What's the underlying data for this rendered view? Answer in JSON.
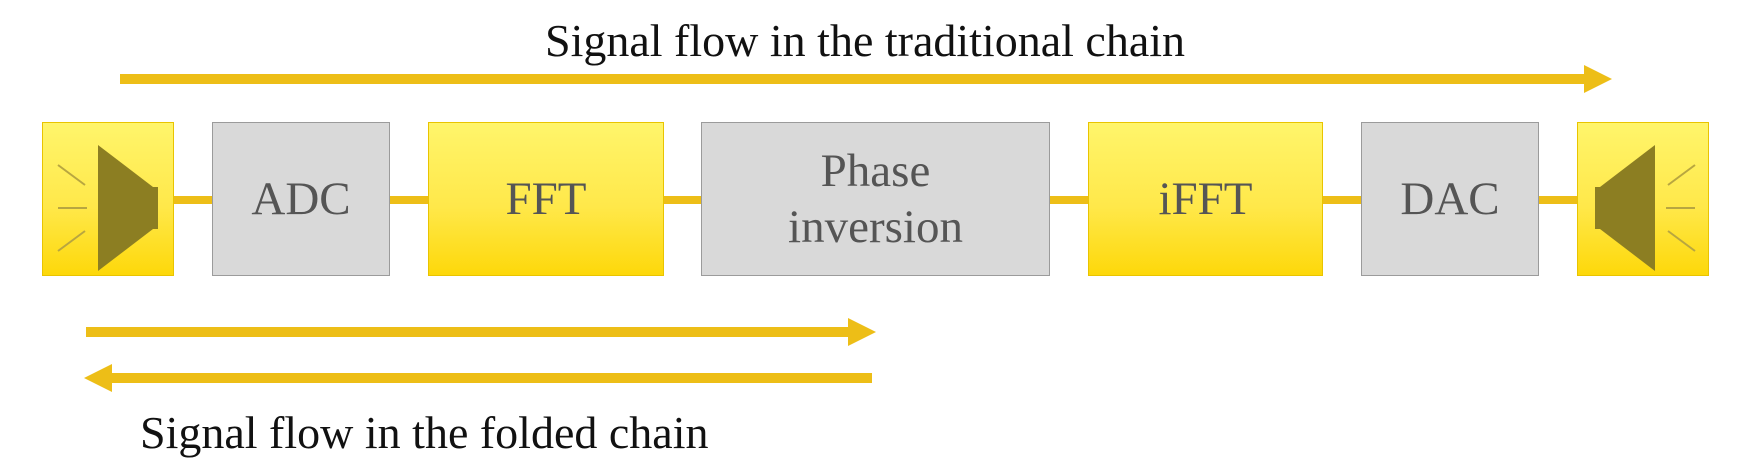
{
  "captions": {
    "top": "Signal flow in the traditional chain",
    "bottom": "Signal flow in the folded chain"
  },
  "blocks": [
    {
      "id": "input-speaker",
      "label": "",
      "icon": "speaker-icon",
      "color": "#FFE84A"
    },
    {
      "id": "adc",
      "label": "ADC",
      "color": "#D9D9D9"
    },
    {
      "id": "fft",
      "label": "FFT",
      "color": "#FFE84A"
    },
    {
      "id": "phase-inversion",
      "label": "Phase\ninversion",
      "color": "#D9D9D9"
    },
    {
      "id": "ifft",
      "label": "iFFT",
      "color": "#FFE84A"
    },
    {
      "id": "dac",
      "label": "DAC",
      "color": "#D9D9D9"
    },
    {
      "id": "output-speaker",
      "label": "",
      "icon": "speaker-icon",
      "color": "#FFE84A"
    }
  ],
  "colors": {
    "arrow": "#EDBE17",
    "speaker_glyph": "#8C7E22",
    "label_text": "#555555",
    "caption_text": "#111111"
  }
}
